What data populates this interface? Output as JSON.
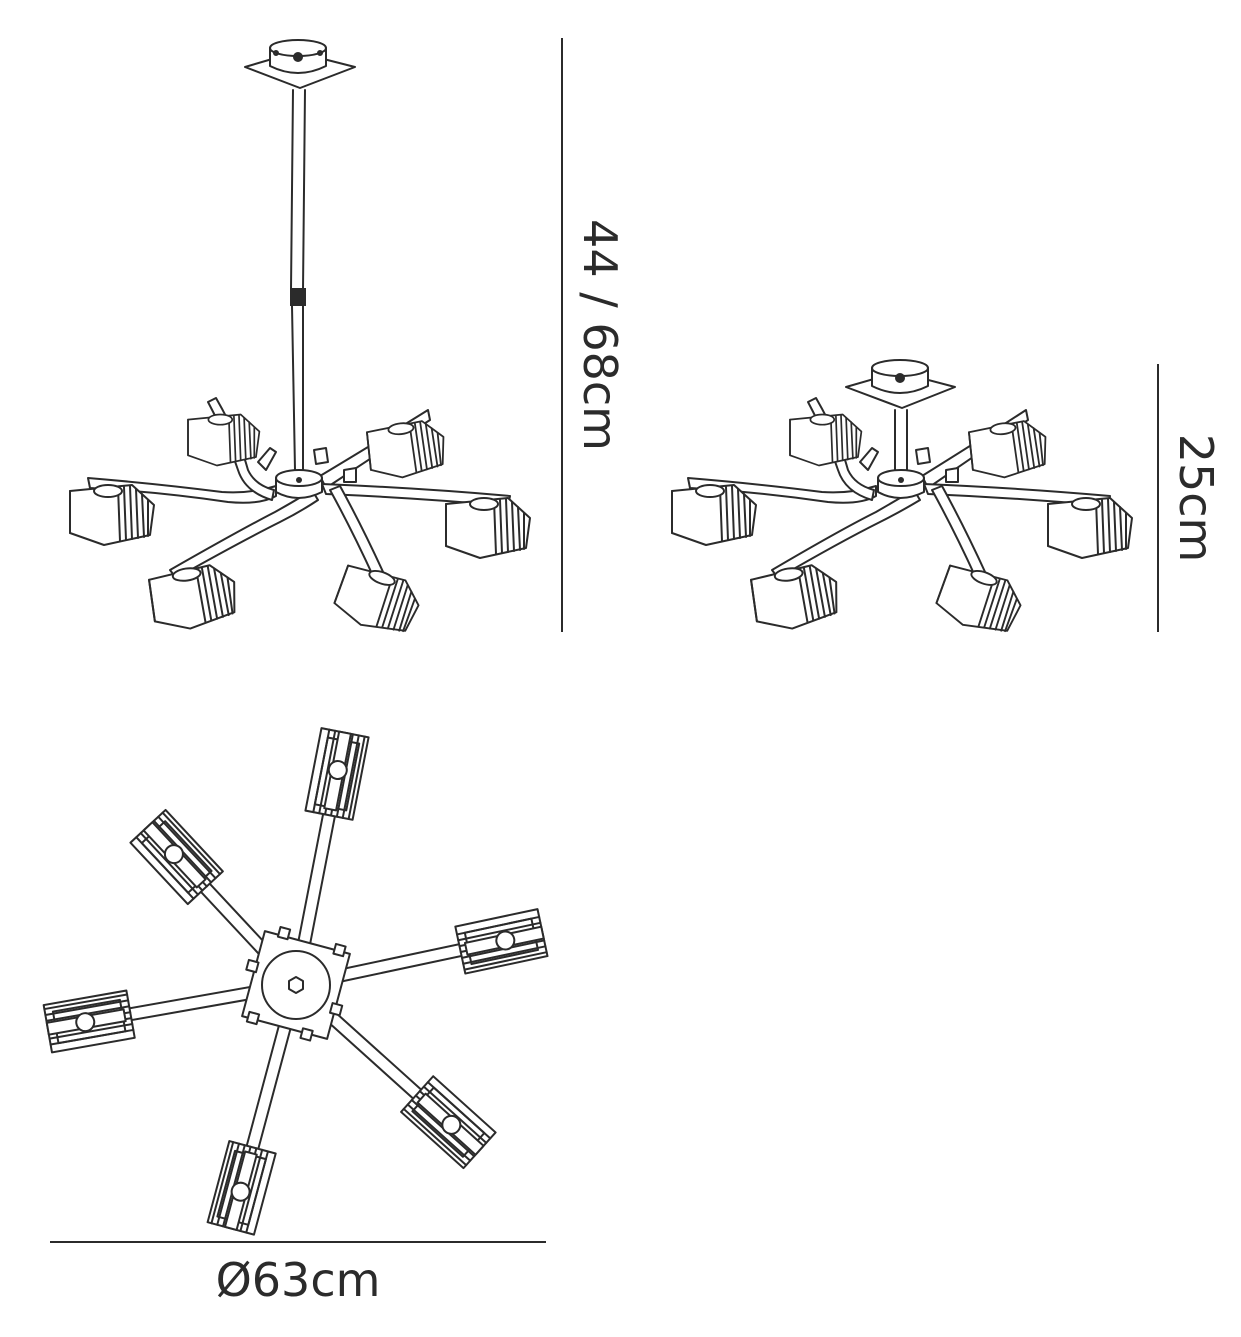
{
  "dimensions": {
    "pendant_height": "44 / 68cm",
    "flush_height": "25cm",
    "diameter": "Ø63cm"
  },
  "colors": {
    "ink": "#2b2b2b",
    "background": "#ffffff"
  }
}
